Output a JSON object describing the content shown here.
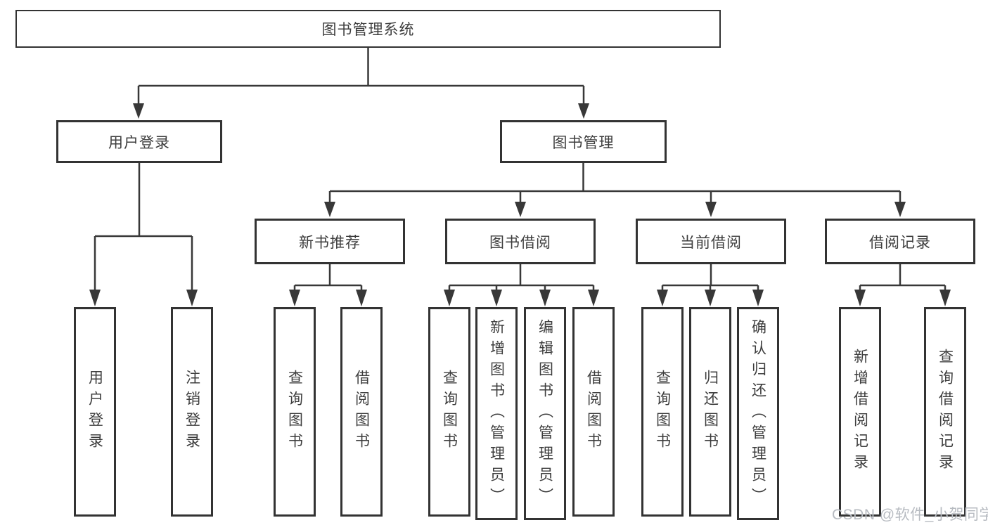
{
  "diagram": {
    "type": "hierarchy-tree",
    "title": "图书管理系统",
    "colors": {
      "background": "#ffffff",
      "box_fill": "#ffffff",
      "box_border": "#333333",
      "line": "#383838",
      "text": "#3d3d3d",
      "watermark": "#b7bbc1"
    }
  },
  "tree": {
    "root": {
      "label": "图书管理系统",
      "children": [
        {
          "label": "用户登录",
          "children": [
            {
              "label": "用户登录"
            },
            {
              "label": "注销登录"
            }
          ]
        },
        {
          "label": "图书管理",
          "children": [
            {
              "label": "新书推荐",
              "children": [
                {
                  "label": "查询图书"
                },
                {
                  "label": "借阅图书"
                }
              ]
            },
            {
              "label": "图书借阅",
              "children": [
                {
                  "label": "查询图书"
                },
                {
                  "label": "新增图书（管理员）"
                },
                {
                  "label": "编辑图书（管理员）"
                },
                {
                  "label": "借阅图书"
                }
              ]
            },
            {
              "label": "当前借阅",
              "children": [
                {
                  "label": "查询图书"
                },
                {
                  "label": "归还图书"
                },
                {
                  "label": "确认归还（管理员）"
                }
              ]
            },
            {
              "label": "借阅记录",
              "children": [
                {
                  "label": "新增借阅记录"
                },
                {
                  "label": "查询借阅记录"
                }
              ]
            }
          ]
        }
      ]
    }
  },
  "watermark": {
    "text": "CSDN @软件_小贺同学"
  }
}
